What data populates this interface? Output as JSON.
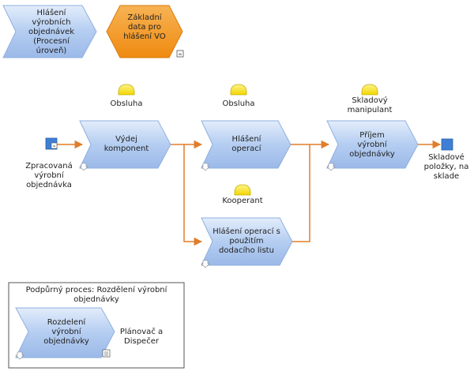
{
  "header_chevrons": [
    {
      "id": "reporting",
      "label": "Hlášení\nvýrobních\nobjednávek\n(Procesní\núroveň)"
    },
    {
      "id": "master_data",
      "label": "Základní\ndata pro\nhlášení VO"
    }
  ],
  "roles": [
    {
      "id": "obsluha1",
      "label": "Obsluha"
    },
    {
      "id": "obsluha2",
      "label": "Obsluha"
    },
    {
      "id": "skladovy",
      "label": "Skladový\nmanipulant"
    },
    {
      "id": "kooperant",
      "label": "Kooperant"
    },
    {
      "id": "planovac",
      "label": "Plánovač a\nDispečer"
    }
  ],
  "functions": [
    {
      "id": "vydej",
      "label": "Výdej\nkomponent"
    },
    {
      "id": "hlaseni",
      "label": "Hlášení\noperací"
    },
    {
      "id": "prijem",
      "label": "Příjem\nvýrobní\nobjednávky"
    },
    {
      "id": "dodaci",
      "label": "Hlášení operací s\npoužitím\ndodacího listu"
    },
    {
      "id": "rozdeleni",
      "label": "Rozdelení\nvýrobní\nobjednávky"
    }
  ],
  "events": [
    {
      "id": "start",
      "label": "Zpracovaná\nvýrobní\nobjednávka"
    },
    {
      "id": "end",
      "label": "Skladové\npoložky, na\nsklade"
    }
  ],
  "support_process": {
    "title": "Podpůrný proces: Rozdělení výrobní\nobjednávky"
  },
  "colors": {
    "function_fill": "#a9c5ee",
    "master_fill": "#f39a1e",
    "role_fill": "#f5e21a",
    "event_fill": "#3f7fd3",
    "flow_line": "#e07d2a"
  }
}
